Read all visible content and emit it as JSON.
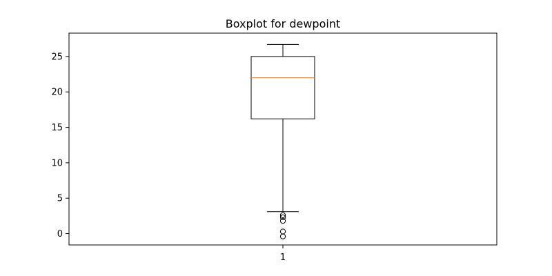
{
  "chart_data": {
    "type": "box",
    "title": "Boxplot for dewpoint",
    "xlabel": "",
    "ylabel": "",
    "categories": [
      "1"
    ],
    "yticks": [
      "0",
      "5",
      "10",
      "15",
      "20",
      "25"
    ],
    "ylim": [
      -1.6,
      28.3
    ],
    "grid": false,
    "box": {
      "whisker_low": 3.1,
      "q1": 16.2,
      "median": 22.0,
      "q3": 25.0,
      "whisker_high": 26.7,
      "outliers": [
        2.6,
        2.3,
        1.8,
        0.3,
        -0.4
      ]
    },
    "colors": {
      "box": "#000000",
      "median": "#ff7f0e",
      "outlier": "#000000"
    }
  }
}
